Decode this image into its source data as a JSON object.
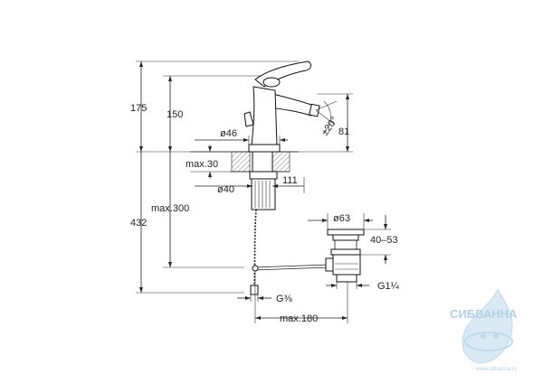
{
  "dimensions": {
    "total_height": "175",
    "spout_height": "150",
    "total_length": "432",
    "max_hose": "max.300",
    "max_thickness": "max.30",
    "base_diameter": "ø46",
    "hole_diameter": "ø40",
    "projection": "111",
    "spout_offset": "81",
    "swivel_angle": "±20°",
    "waste_diameter": "ø63",
    "waste_range": "40–53",
    "waste_thread": "G1¼",
    "supply_thread": "G⅜",
    "max_rod": "max.180"
  },
  "watermark": {
    "brand": "СИБВАННА",
    "url": "www.sibvanna.ru"
  },
  "colors": {
    "line": "#222222",
    "watermark": "#a9cde4"
  }
}
